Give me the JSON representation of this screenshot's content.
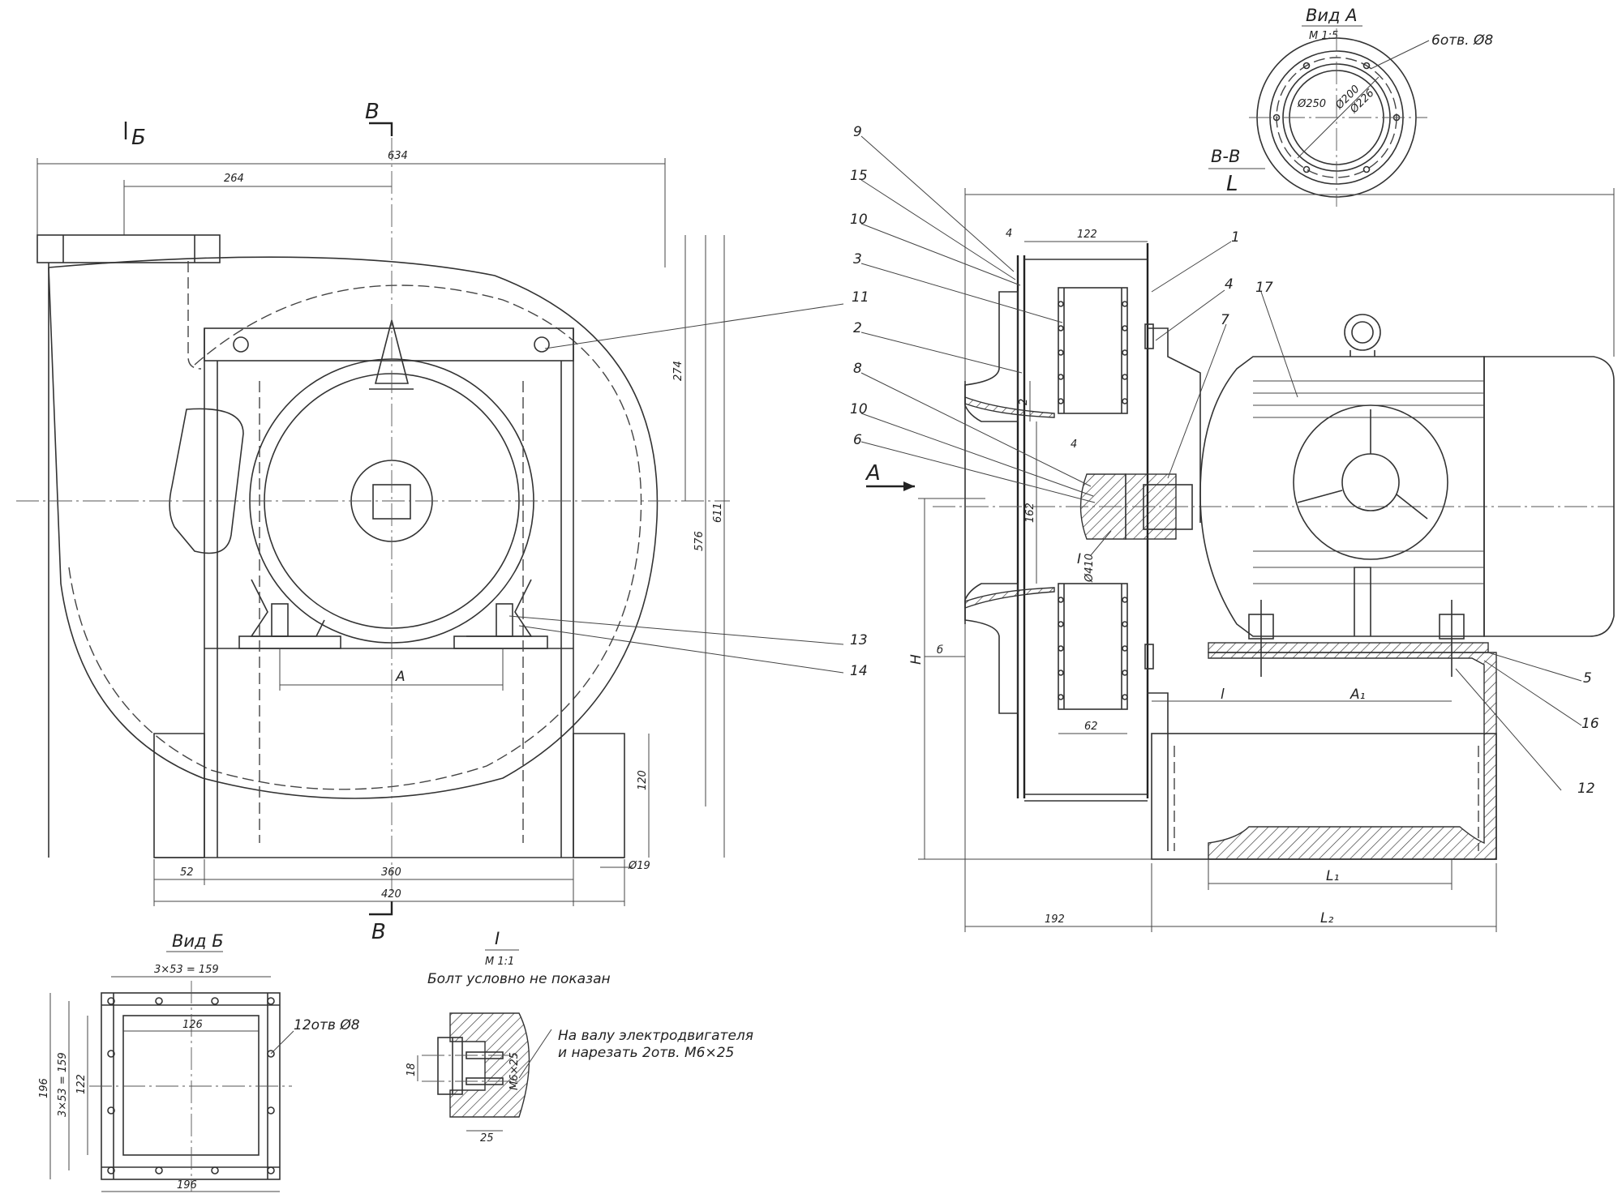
{
  "front_view": {
    "section_mark_b": "Б",
    "section_mark_v_top": "В",
    "section_mark_v_bottom": "В",
    "dim_overall_width": "634",
    "dim_inlet": "264",
    "dim_height_274": "274",
    "dim_height_576": "576",
    "dim_height_611": "611",
    "dim_base_120": "120",
    "dim_a": "A",
    "dim_52": "52",
    "dim_360": "360",
    "dim_420": "420",
    "dim_19": "Ø19",
    "callouts": [
      "11",
      "13",
      "14"
    ]
  },
  "view_b": {
    "title": "Вид Б",
    "dim_top": "3×53 = 159",
    "dim_inner": "126",
    "dim_bottom": "196",
    "dim_left_outer": "196",
    "dim_left_middle": "3×53 = 159",
    "dim_left_inner": "122",
    "holes_note": "12отв Ø8"
  },
  "detail_i": {
    "title": "I",
    "scale": "М 1:1",
    "note_bolt": "Болт условно не показан",
    "note_shaft_line1": "На валу электродвигателя",
    "note_shaft_line2": "и нарезать 2отв. М6×25",
    "dim_18": "18",
    "dim_25": "25",
    "dim_m6": "М6×25"
  },
  "view_a": {
    "title": "Вид А",
    "scale": "М 1:5",
    "holes_note": "6отв. Ø8",
    "dim_250": "Ø250",
    "dim_200": "Ø200",
    "dim_226": "Ø226"
  },
  "section_vv": {
    "title": "В-В",
    "dim_l": "L",
    "dim_122": "122",
    "dim_4_top": "4",
    "dim_2": "2",
    "dim_4_mid": "4",
    "dim_162": "162",
    "dim_410": "Ø410",
    "dim_62": "62",
    "dim_h": "H",
    "dim_b": "б",
    "dim_l_small": "l",
    "dim_a1": "A₁",
    "dim_l1": "L₁",
    "dim_192": "192",
    "dim_l2": "L₂",
    "view_arrow": "A",
    "detail_mark": "I",
    "callouts_left": [
      "9",
      "15",
      "10",
      "3",
      "2",
      "8",
      "10",
      "6"
    ],
    "callouts_right": [
      "1",
      "4",
      "17",
      "7",
      "5",
      "16",
      "12"
    ]
  }
}
